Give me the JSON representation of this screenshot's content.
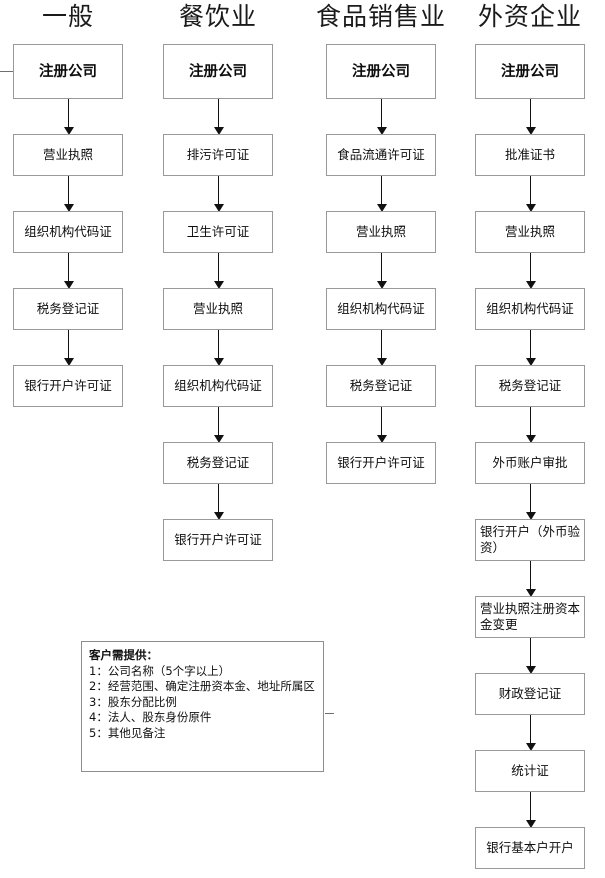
{
  "diagram": {
    "title_font_note": "serif",
    "columns": [
      {
        "id": "general",
        "title": "一般",
        "nodes": [
          {
            "label": "注册公司",
            "kind": "start"
          },
          {
            "label": "营业执照",
            "kind": "step"
          },
          {
            "label": "组织机构代码证",
            "kind": "step"
          },
          {
            "label": "税务登记证",
            "kind": "step"
          },
          {
            "label": "银行开户许可证",
            "kind": "step"
          }
        ]
      },
      {
        "id": "catering",
        "title": "餐饮业",
        "nodes": [
          {
            "label": "注册公司",
            "kind": "start"
          },
          {
            "label": "排污许可证",
            "kind": "step"
          },
          {
            "label": "卫生许可证",
            "kind": "step"
          },
          {
            "label": "营业执照",
            "kind": "step"
          },
          {
            "label": "组织机构代码证",
            "kind": "step"
          },
          {
            "label": "税务登记证",
            "kind": "step"
          },
          {
            "label": "银行开户许可证",
            "kind": "step"
          }
        ]
      },
      {
        "id": "food-sales",
        "title": "食品销售业",
        "nodes": [
          {
            "label": "注册公司",
            "kind": "start"
          },
          {
            "label": "食品流通许可证",
            "kind": "step"
          },
          {
            "label": "营业执照",
            "kind": "step"
          },
          {
            "label": "组织机构代码证",
            "kind": "step"
          },
          {
            "label": "税务登记证",
            "kind": "step"
          },
          {
            "label": "银行开户许可证",
            "kind": "step"
          }
        ]
      },
      {
        "id": "foreign-invested",
        "title": "外资企业",
        "nodes": [
          {
            "label": "注册公司",
            "kind": "start"
          },
          {
            "label": "批准证书",
            "kind": "step"
          },
          {
            "label": "营业执照",
            "kind": "step"
          },
          {
            "label": "组织机构代码证",
            "kind": "step"
          },
          {
            "label": "税务登记证",
            "kind": "step"
          },
          {
            "label": "外币账户审批",
            "kind": "step"
          },
          {
            "label": "银行开户（外币验资）",
            "kind": "step-wrap"
          },
          {
            "label": "营业执照注册资本金变更",
            "kind": "step-wrap"
          },
          {
            "label": "财政登记证",
            "kind": "step"
          },
          {
            "label": "统计证",
            "kind": "step"
          },
          {
            "label": "银行基本户开户",
            "kind": "step"
          }
        ]
      }
    ],
    "note": {
      "title": "客户需提供：",
      "lines": [
        "1：公司名称（5个字以上）",
        "2：经营范围、确定注册资本金、地址所属区",
        "3：股东分配比例",
        "4：法人、股东身份原件",
        "5：其他见备注"
      ]
    },
    "colors": {
      "box_border": "#999999",
      "arrow": "#111111",
      "text": "#0d0d0d",
      "background": "#ffffff"
    }
  }
}
